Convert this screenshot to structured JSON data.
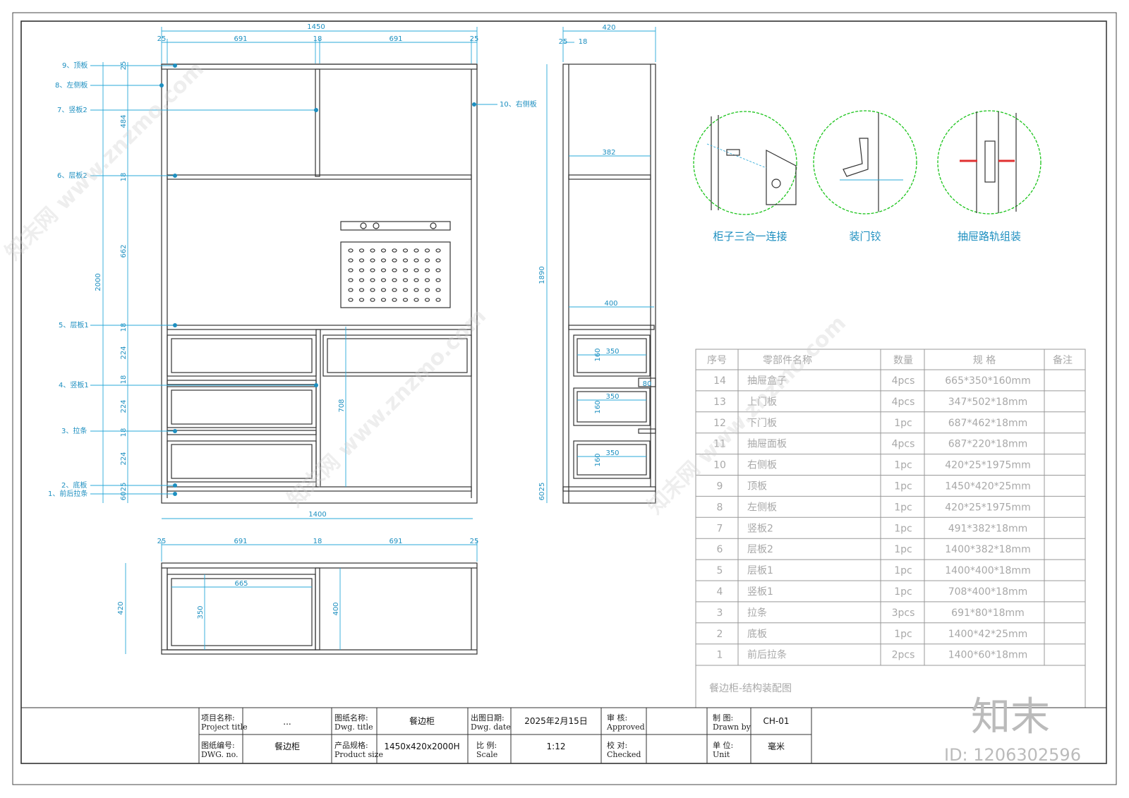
{
  "front_view": {
    "dims_top": [
      "1450",
      "25",
      "691",
      "18",
      "691",
      "25"
    ],
    "dims_left": [
      "25",
      "484",
      "18",
      "662",
      "18",
      "224",
      "18",
      "224",
      "18",
      "224",
      "60",
      "25"
    ],
    "overall_height": "2000",
    "bottom_width": "1400",
    "inner_dim": "708",
    "part_labels": [
      "9、顶板",
      "8、左侧板",
      "7、竖板2",
      "6、层板2",
      "5、层板1",
      "4、竖板1",
      "3、拉条",
      "2、底板",
      "1、前后拉条",
      "10、右侧板"
    ]
  },
  "side_view": {
    "dims": [
      "420",
      "25",
      "18",
      "382",
      "1890",
      "400",
      "350",
      "160",
      "80",
      "350",
      "160",
      "350",
      "160",
      "60",
      "25"
    ]
  },
  "top_view": {
    "dims_top": [
      "25",
      "691",
      "18",
      "691",
      "25"
    ],
    "dims": [
      "420",
      "665",
      "350",
      "400"
    ]
  },
  "details": [
    {
      "caption": "柜子三合一连接",
      "icon": "cam-lock-icon"
    },
    {
      "caption": "装门铰",
      "icon": "hinge-icon"
    },
    {
      "caption": "抽屉路轨组装",
      "icon": "drawer-rail-icon"
    }
  ],
  "parts_table": {
    "headers": [
      "序号",
      "零部件名称",
      "数量",
      "规 格",
      "备注"
    ],
    "rows": [
      [
        "14",
        "抽屉盒子",
        "4pcs",
        "665*350*160mm",
        ""
      ],
      [
        "13",
        "上门板",
        "4pcs",
        "347*502*18mm",
        ""
      ],
      [
        "12",
        "下门板",
        "1pc",
        "687*462*18mm",
        ""
      ],
      [
        "11",
        "抽屉面板",
        "4pcs",
        "687*220*18mm",
        ""
      ],
      [
        "10",
        "右侧板",
        "1pc",
        "420*25*1975mm",
        ""
      ],
      [
        "9",
        "顶板",
        "1pc",
        "1450*420*25mm",
        ""
      ],
      [
        "8",
        "左侧板",
        "1pc",
        "420*25*1975mm",
        ""
      ],
      [
        "7",
        "竖板2",
        "1pc",
        "491*382*18mm",
        ""
      ],
      [
        "6",
        "层板2",
        "1pc",
        "1400*382*18mm",
        ""
      ],
      [
        "5",
        "层板1",
        "1pc",
        "1400*400*18mm",
        ""
      ],
      [
        "4",
        "竖板1",
        "1pc",
        "708*400*18mm",
        ""
      ],
      [
        "3",
        "拉条",
        "3pcs",
        "691*80*18mm",
        ""
      ],
      [
        "2",
        "底板",
        "1pc",
        "1400*42*25mm",
        ""
      ],
      [
        "1",
        "前后拉条",
        "2pcs",
        "1400*60*18mm",
        ""
      ]
    ],
    "footer": "餐边柜-结构装配图"
  },
  "title_block": {
    "project_title_label": "项目名称:",
    "project_title_en": "Project title",
    "project_title_value": "...",
    "dwg_title_label": "图纸名称:",
    "dwg_title_en": "Dwg. title",
    "dwg_title_value": "餐边柜",
    "dwg_date_label": "出图日期:",
    "dwg_date_en": "Dwg. date",
    "dwg_date_value": "2025年2月15日",
    "approved_label": "审  核:",
    "approved_en": "Approved",
    "drawn_label": "制  图:",
    "drawn_en": "Drawn by",
    "drawn_value": "CH-01",
    "dwg_no_label": "图纸编号:",
    "dwg_no_en": "DWG. no.",
    "dwg_no_value": "餐边柜",
    "size_label": "产品规格:",
    "size_en": "Product size",
    "size_value": "1450x420x2000H",
    "scale_label": "比  例:",
    "scale_en": "Scale",
    "scale_value": "1:12",
    "checked_label": "校  对:",
    "checked_en": "Checked",
    "unit_label": "单  位:",
    "unit_en": "Unit",
    "unit_value": "毫米"
  },
  "watermark": {
    "text": "知末网 www.znzmo.com",
    "brand": "知末",
    "id": "ID: 1206302596"
  }
}
